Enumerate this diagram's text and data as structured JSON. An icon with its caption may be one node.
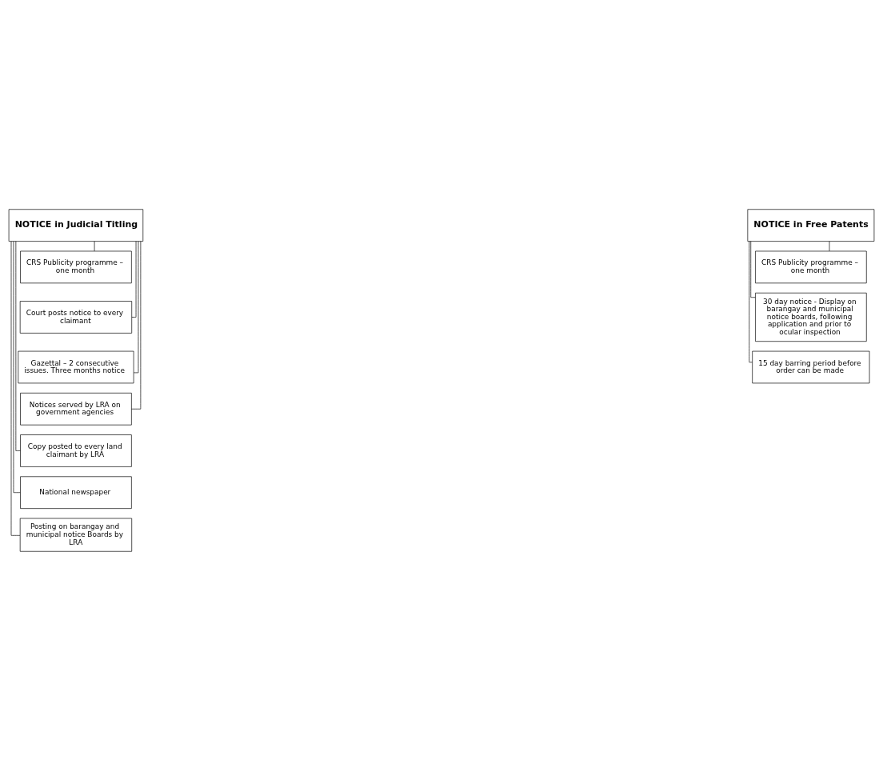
{
  "diagram": {
    "nodes": [
      {
        "text": [
          "NOTICE in Judicial Titling"
        ]
      },
      {
        "text": [
          "CRS Publicity programme – one month"
        ]
      },
      {
        "text": [
          "Court posts notice to every claimant"
        ]
      },
      {
        "text": [
          "Gazettal – 2 consecutive issues. Three months notice"
        ]
      },
      {
        "text": [
          "Notices served by LRA on government agencies"
        ]
      },
      {
        "text": [
          "Copy posted to every land claimant by LRA"
        ]
      },
      {
        "text": [
          "National newspaper"
        ]
      },
      {
        "text": [
          "Posting on barangay and municipal notice Boards by LRA"
        ]
      },
      {
        "text": [
          "NOTICE in Free Patents"
        ]
      },
      {
        "text": [
          "CRS Publicity programme – one month"
        ]
      },
      {
        "text": [
          "30 day notice - Display on barangay and municipal notice boards, following application and prior to ocular inspection"
        ]
      },
      {
        "text": [
          "15 day barring period before order can be made"
        ]
      }
    ],
    "edges": [
      {
        "from": 0,
        "to": 1,
        "arrow": "none"
      },
      {
        "from": 0,
        "to": 2,
        "arrow": "none"
      },
      {
        "from": 0,
        "to": 3,
        "arrow": "none"
      },
      {
        "from": 0,
        "to": 4,
        "arrow": "none"
      },
      {
        "from": 0,
        "to": 5,
        "arrow": "none"
      },
      {
        "from": 0,
        "to": 6,
        "arrow": "none"
      },
      {
        "from": 0,
        "to": 7,
        "arrow": "none"
      },
      {
        "from": 8,
        "to": 9,
        "arrow": "none"
      },
      {
        "from": 8,
        "to": 10,
        "arrow": "none"
      },
      {
        "from": 8,
        "to": 11,
        "arrow": "none"
      }
    ]
  }
}
